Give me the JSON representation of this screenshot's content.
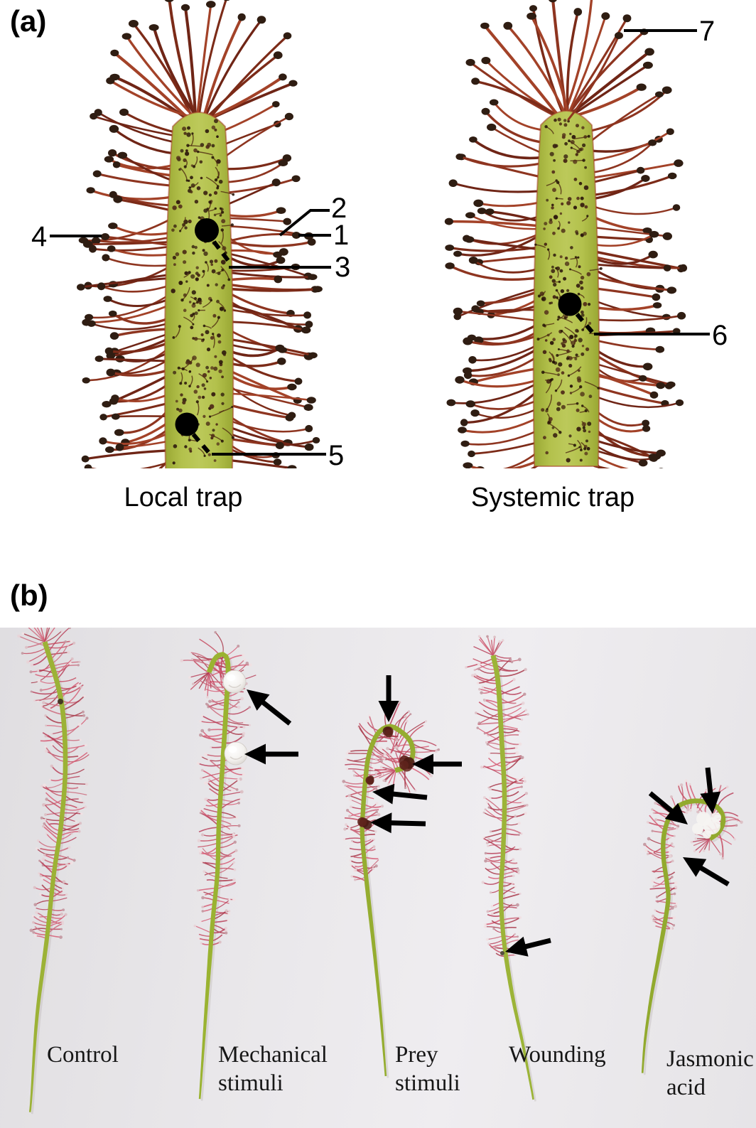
{
  "figure": {
    "panel_a": {
      "label": "(a)",
      "numbers": {
        "n1": "1",
        "n2": "2",
        "n3": "3",
        "n4": "4",
        "n5": "5",
        "n6": "6",
        "n7": "7"
      },
      "captions": {
        "local": "Local trap",
        "systemic": "Systemic trap"
      }
    },
    "panel_b": {
      "label": "(b)",
      "treatments": [
        {
          "id": "control",
          "lines": [
            "Control"
          ]
        },
        {
          "id": "mechanical-stimuli",
          "lines": [
            "Mechanical",
            "stimuli"
          ]
        },
        {
          "id": "prey-stimuli",
          "lines": [
            "Prey",
            "stimuli"
          ]
        },
        {
          "id": "wounding",
          "lines": [
            "Wounding"
          ]
        },
        {
          "id": "jasmonic-acid",
          "lines": [
            "Jasmonic",
            "acid"
          ]
        }
      ]
    }
  },
  "colors": {
    "annotation_black": "#000000",
    "trap_blade_green": "#b3c14c",
    "trap_blade_edge_red": "#a8422a",
    "trap_gland_brown": "#3a2312",
    "trap_tentacle_red": "#8e3520",
    "trap_tentacle_head": "#2f1d12",
    "photo_bg_light": "#efedf0",
    "photo_bg_dark": "#e0dee1",
    "leaf_midrib_green": "#9cb236",
    "leaf_tentacle_pink": "#c64d63",
    "tentacle_tip_pale": "#e8d4d8",
    "bead_white": "#f6f4f2",
    "prey_dark_red": "#5e241c"
  }
}
